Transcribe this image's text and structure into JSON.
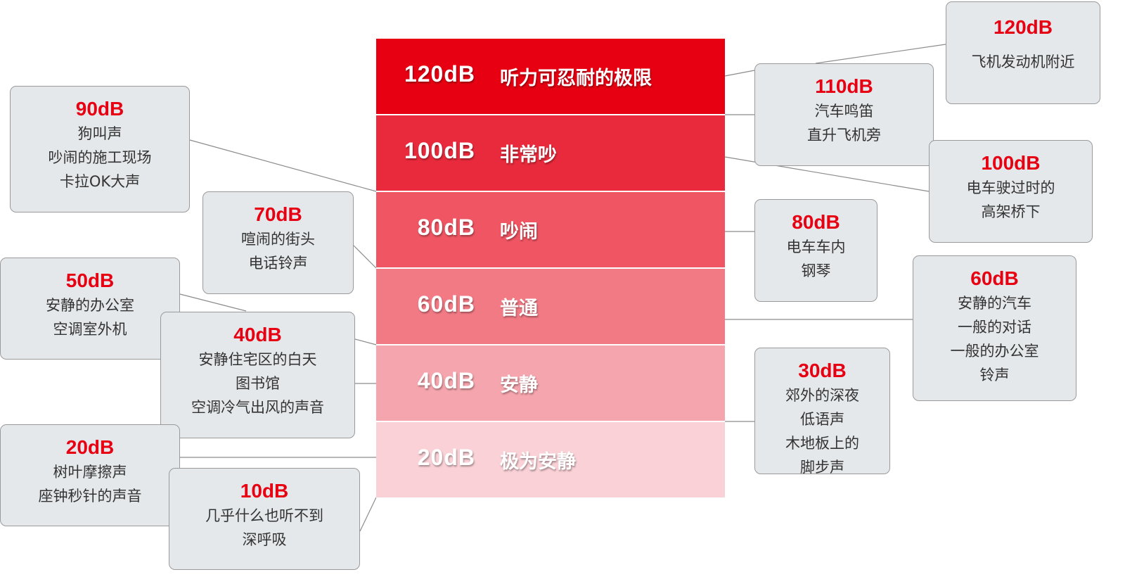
{
  "colors": {
    "accent": "#e60012",
    "bars": [
      "#e60012",
      "#e82a3c",
      "#ef5563",
      "#f27a85",
      "#f5a5ad",
      "#f9d1d6"
    ]
  },
  "levels": [
    {
      "db": "120dB",
      "label": "听力可忍耐的极限"
    },
    {
      "db": "100dB",
      "label": "非常吵"
    },
    {
      "db": "80dB",
      "label": "吵闹"
    },
    {
      "db": "60dB",
      "label": "普通"
    },
    {
      "db": "40dB",
      "label": "安静"
    },
    {
      "db": "20dB",
      "label": "极为安静"
    }
  ],
  "examples": {
    "l90": {
      "db": "90dB",
      "items": [
        "狗叫声",
        "吵闹的施工现场",
        "卡拉OK大声"
      ]
    },
    "l70": {
      "db": "70dB",
      "items": [
        "喧闹的街头",
        "电话铃声"
      ]
    },
    "l50": {
      "db": "50dB",
      "items": [
        "安静的办公室",
        "空调室外机"
      ]
    },
    "l40": {
      "db": "40dB",
      "items": [
        "安静住宅区的白天",
        "图书馆",
        "空调冷气出风的声音"
      ]
    },
    "l20": {
      "db": "20dB",
      "items": [
        "树叶摩擦声",
        "座钟秒针的声音"
      ]
    },
    "l10": {
      "db": "10dB",
      "items": [
        "几乎什么也听不到",
        "深呼吸"
      ]
    },
    "r120": {
      "db": "120dB",
      "items": [
        "飞机发动机附近"
      ]
    },
    "r110": {
      "db": "110dB",
      "items": [
        "汽车鸣笛",
        "直升飞机旁"
      ]
    },
    "r100": {
      "db": "100dB",
      "items": [
        "电车驶过时的",
        "高架桥下"
      ]
    },
    "r80": {
      "db": "80dB",
      "items": [
        "电车车内",
        "钢琴"
      ]
    },
    "r60": {
      "db": "60dB",
      "items": [
        "安静的汽车",
        "一般的对话",
        "一般的办公室",
        "铃声"
      ]
    },
    "r30": {
      "db": "30dB",
      "items": [
        "郊外的深夜",
        "低语声",
        "木地板上的",
        "脚步声"
      ]
    }
  }
}
